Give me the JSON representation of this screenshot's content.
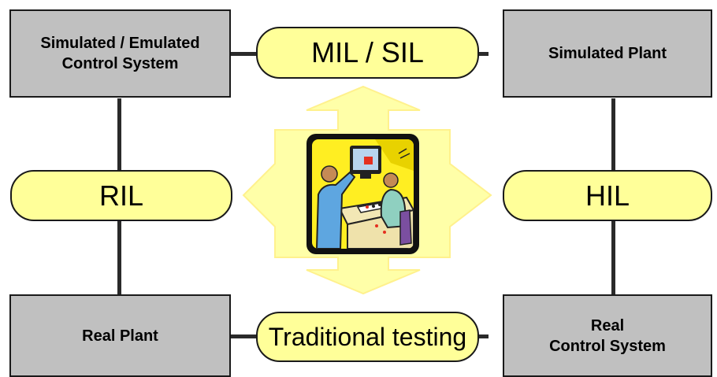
{
  "boxes": {
    "simulated_control": "Simulated / Emulated\nControl System",
    "simulated_plant": "Simulated Plant",
    "real_plant": "Real Plant",
    "real_control": "Real\nControl System"
  },
  "pills": {
    "mil_sil": "MIL / SIL",
    "ril": "RIL",
    "hil": "HIL",
    "traditional": "Traditional testing"
  },
  "colors": {
    "box_fill": "#c0c0c0",
    "pill_fill": "#ffff99",
    "arrow_fill": "#ffff99",
    "connector": "#2a2a2a"
  },
  "center_image": "people-at-computer-illustration"
}
